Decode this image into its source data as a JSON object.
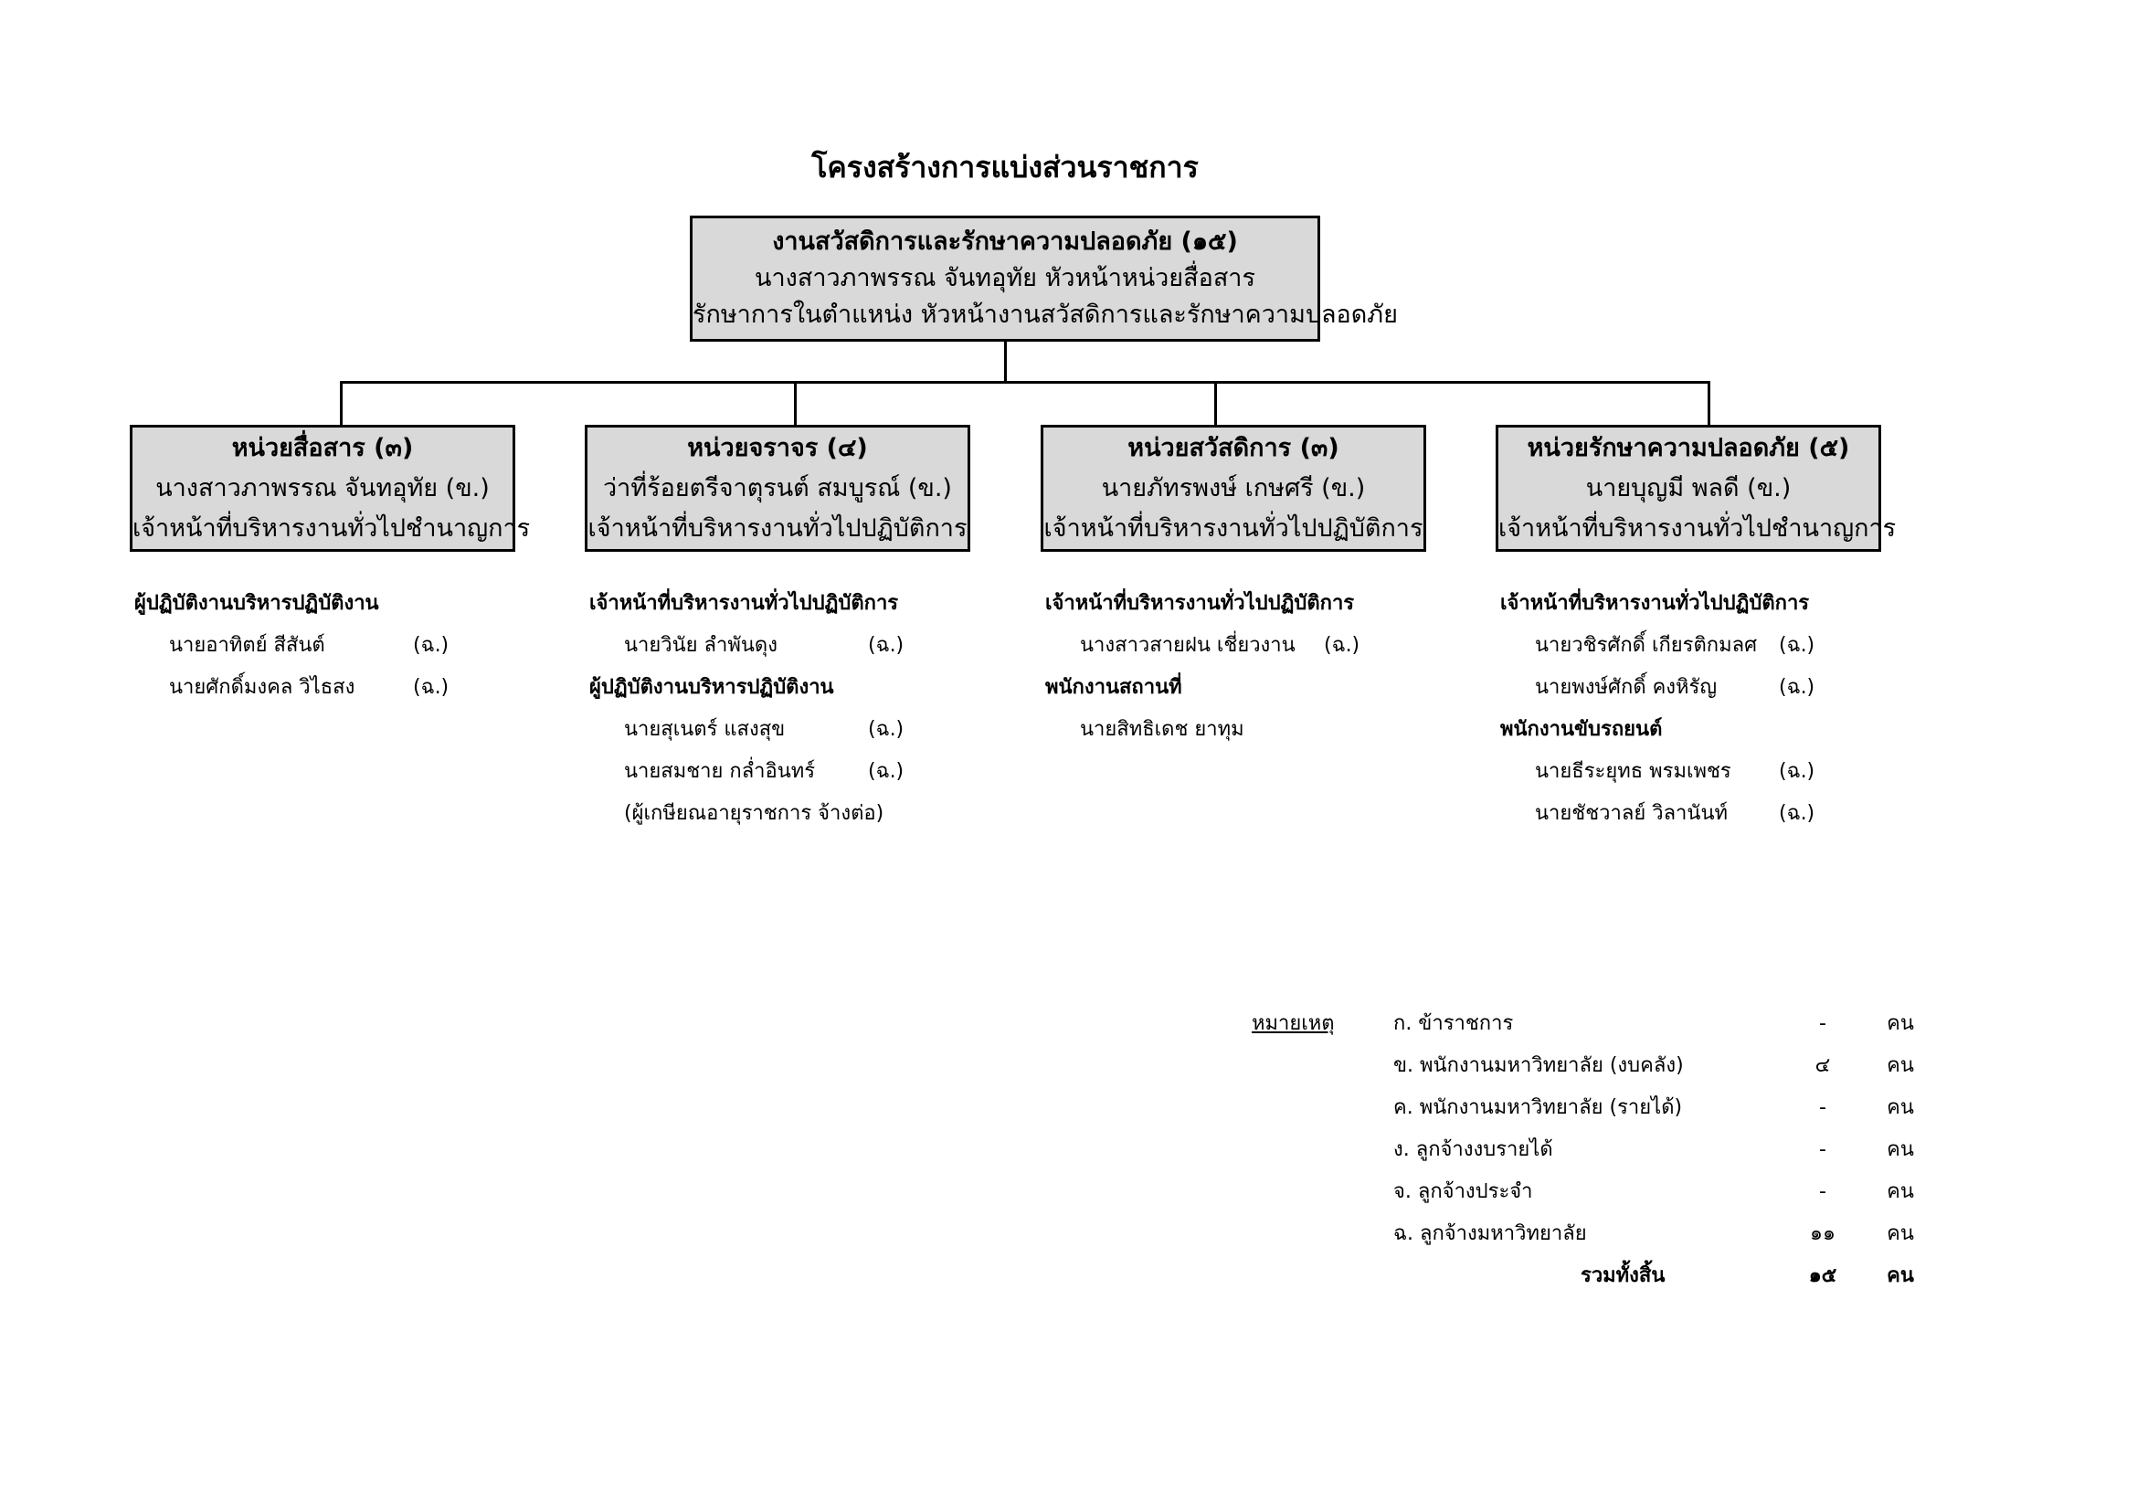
{
  "title": "โครงสร้างการแบ่งส่วนราชการ",
  "top": {
    "name": "งานสวัสดิการและรักษาความปลอดภัย (๑๕)",
    "person": "นางสาวภาพรรณ  จันทอุทัย หัวหน้าหน่วยสื่อสาร",
    "role": "รักษาการในตำแหน่ง หัวหน้างานสวัสดิการและรักษาความปลอดภัย"
  },
  "units": [
    {
      "name": "หน่วยสื่อสาร (๓)",
      "person": "นางสาวภาพรรณ  จันทอุทัย (ข.)",
      "role": "เจ้าหน้าที่บริหารงานทั่วไปชำนาญการ",
      "groups": [
        {
          "heading": "ผู้ปฏิบัติงานบริหารปฏิบัติงาน",
          "members": [
            {
              "name": "นายอาทิตย์  สีสันต์",
              "code": "(ฉ.)"
            },
            {
              "name": "นายศักดิ์มงคล  วิไธสง",
              "code": "(ฉ.)"
            }
          ]
        }
      ]
    },
    {
      "name": "หน่วยจราจร (๔)",
      "person": "ว่าที่ร้อยตรีจาตุรนต์  สมบูรณ์ (ข.)",
      "role": "เจ้าหน้าที่บริหารงานทั่วไปปฏิบัติการ",
      "groups": [
        {
          "heading": "เจ้าหน้าที่บริหารงานทั่วไปปฏิบัติการ",
          "members": [
            {
              "name": "นายวินัย  ลำพันดุง",
              "code": "(ฉ.)"
            }
          ]
        },
        {
          "heading": "ผู้ปฏิบัติงานบริหารปฏิบัติงาน",
          "members": [
            {
              "name": "นายสุเนตร์  แสงสุข",
              "code": "(ฉ.)"
            },
            {
              "name": "นายสมชาย  กล่ำอินทร์",
              "code": "(ฉ.)"
            }
          ],
          "note": "(ผู้เกษียณอายุราชการ จ้างต่อ)"
        }
      ]
    },
    {
      "name": "หน่วยสวัสดิการ (๓)",
      "person": "นายภัทรพงษ์  เกษศรี  (ข.)",
      "role": "เจ้าหน้าที่บริหารงานทั่วไปปฏิบัติการ",
      "groups": [
        {
          "heading": "เจ้าหน้าที่บริหารงานทั่วไปปฏิบัติการ",
          "members": [
            {
              "name": "นางสาวสายฝน  เชี่ยวงาน",
              "code": "(ฉ.)"
            }
          ]
        },
        {
          "heading": "พนักงานสถานที่",
          "members": [
            {
              "name": "นายสิทธิเดช  ยาทุม",
              "code": ""
            }
          ]
        }
      ]
    },
    {
      "name": "หน่วยรักษาความปลอดภัย (๕)",
      "person": "นายบุญมี  พลดี  (ข.)",
      "role": "เจ้าหน้าที่บริหารงานทั่วไปชำนาญการ",
      "groups": [
        {
          "heading": "เจ้าหน้าที่บริหารงานทั่วไปปฏิบัติการ",
          "members": [
            {
              "name": "นายวชิรศักดิ์  เกียรติกมลศ",
              "code": "(ฉ.)"
            },
            {
              "name": "นายพงษ์ศักดิ์  คงหิรัญ",
              "code": "(ฉ.)"
            }
          ]
        },
        {
          "heading": "พนักงานขับรถยนต์",
          "members": [
            {
              "name": "นายธีระยุทธ  พรมเพชร",
              "code": "(ฉ.)"
            },
            {
              "name": "นายชัชวาลย์  วิลานันท์",
              "code": "(ฉ.)"
            }
          ]
        }
      ]
    }
  ],
  "remark": {
    "label": "หมายเหตุ",
    "rows": [
      {
        "text": "ก. ข้าราชการ",
        "count": "-",
        "unit": "คน"
      },
      {
        "text": "ข. พนักงานมหาวิทยาลัย (งบคลัง)",
        "count": "๔",
        "unit": "คน"
      },
      {
        "text": "ค. พนักงานมหาวิทยาลัย (รายได้)",
        "count": "-",
        "unit": "คน"
      },
      {
        "text": "ง. ลูกจ้างงบรายได้",
        "count": "-",
        "unit": "คน"
      },
      {
        "text": "จ. ลูกจ้างประจำ",
        "count": "-",
        "unit": "คน"
      },
      {
        "text": "ฉ. ลูกจ้างมหาวิทยาลัย",
        "count": "๑๑",
        "unit": "คน"
      }
    ],
    "total": {
      "text": "รวมทั้งสิ้น",
      "count": "๑๕",
      "unit": "คน"
    }
  }
}
